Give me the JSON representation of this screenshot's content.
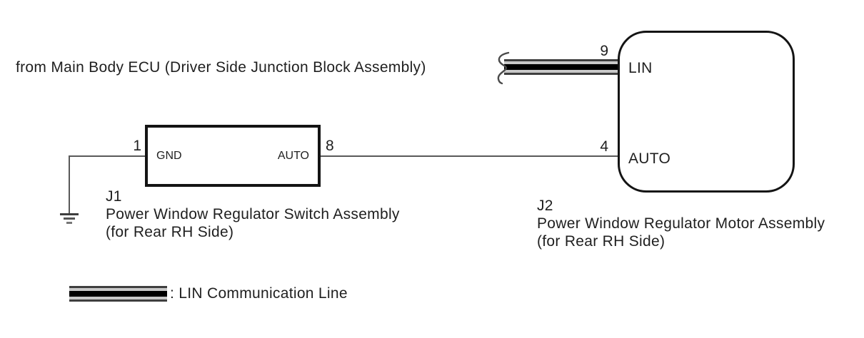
{
  "header": {
    "from_note": "from Main Body ECU (Driver Side Junction Block Assembly)"
  },
  "j1": {
    "ref": "J1",
    "name": "Power Window Regulator Switch Assembly",
    "variant": "(for Rear RH Side)",
    "pins": {
      "left_number": "1",
      "left_label": "GND",
      "right_number": "8",
      "right_label": "AUTO"
    }
  },
  "j2": {
    "ref": "J2",
    "name": "Power Window Regulator Motor Assembly",
    "variant": "(for Rear RH Side)",
    "pins": {
      "top_number": "9",
      "top_label": "LIN",
      "bottom_number": "4",
      "bottom_label": "AUTO"
    }
  },
  "legend": {
    "label": ": LIN Communication Line",
    "symbol": "lin-communication-line-swatch"
  },
  "icons": {
    "ground": "ground-symbol",
    "wire_break": "wire-break-squiggle"
  },
  "colors": {
    "outline": "#141414",
    "wire": "#595959",
    "stripe_black": "#000000",
    "stripe_gap": "#c9c9c9",
    "text": "#1f1f1f",
    "background": "#ffffff"
  }
}
